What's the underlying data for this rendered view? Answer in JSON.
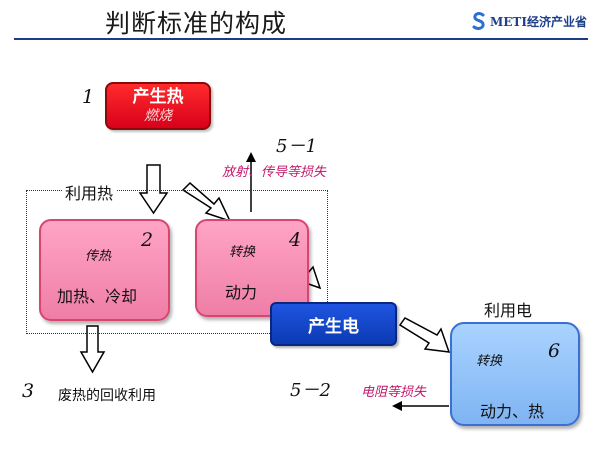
{
  "header": {
    "title": "判断标准的构成",
    "logo_text": "METI经济产业省",
    "accent_color": "#1e3a8a"
  },
  "nodes": {
    "heat_source": {
      "number": "1",
      "label": "产生热",
      "sublabel": "燃烧"
    },
    "use_heat": {
      "label": "利用热"
    },
    "transfer": {
      "number": "2",
      "mode": "传热",
      "label": "加热、冷却"
    },
    "convert": {
      "number": "4",
      "mode": "转换",
      "label": "动力"
    },
    "gen_electric": {
      "label": "产生电"
    },
    "use_electric": {
      "label": "利用电"
    },
    "electric_convert": {
      "number": "6",
      "mode": "转换",
      "label": "动力、热"
    }
  },
  "losses": {
    "radiation": {
      "number": "5－1",
      "label": "放射、传导等损失"
    },
    "waste_heat": {
      "number": "3",
      "label": "废热的回收利用"
    },
    "resistance": {
      "number": "5－2",
      "label": "电阻等损失"
    }
  },
  "colors": {
    "heat_red": "#e0061f",
    "pink": "#f48db4",
    "electric_blue": "#1546cc",
    "light_blue": "#96c4fa",
    "loss_text": "#c0186a"
  }
}
